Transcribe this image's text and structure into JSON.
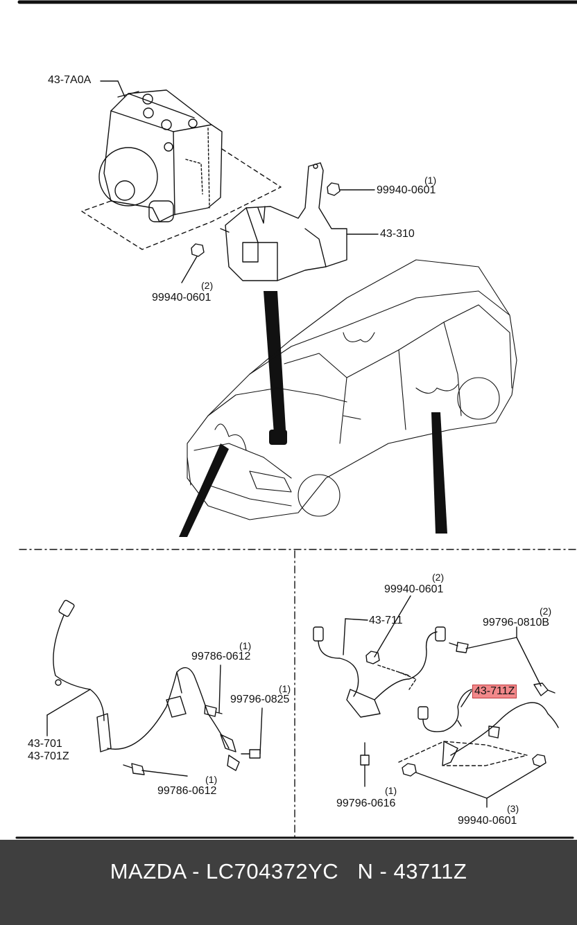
{
  "labels": {
    "hu_unit": "43-7A0A",
    "bracket": "43-310",
    "nut_top_right": "99940-0601",
    "nut_top_right_qty": "(1)",
    "nut_top_left": "99940-0601",
    "nut_top_left_qty": "(2)",
    "front_sensor_a": "43-701",
    "front_sensor_b": "43-701Z",
    "bolt_front_upper": "99786-0612",
    "bolt_front_upper_qty": "(1)",
    "bolt_front_mid": "99796-0825",
    "bolt_front_mid_qty": "(1)",
    "bolt_front_lower": "99786-0612",
    "bolt_front_lower_qty": "(1)",
    "rear_sensor": "43-711",
    "rear_nut_top": "99940-0601",
    "rear_nut_top_qty": "(2)",
    "rear_bolt_top": "99796-0810B",
    "rear_bolt_top_qty": "(2)",
    "rear_sensor_z": "43-711Z",
    "rear_bolt_lower": "99796-0616",
    "rear_bolt_lower_qty": "(1)",
    "rear_nut_lower": "99940-0601",
    "rear_nut_lower_qty": "(3)"
  },
  "footer": {
    "text": "MAZDA - LC704372YC   N - 43711Z"
  },
  "colors": {
    "highlight": "#f2888a",
    "footer_bg": "#3f3f3f",
    "line": "#111111"
  }
}
